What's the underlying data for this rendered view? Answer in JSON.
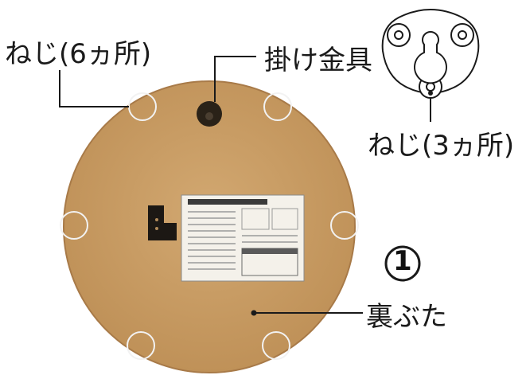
{
  "labels": {
    "screws_six": "ねじ(6ヵ所)",
    "hanger": "掛け金具",
    "screws_three": "ねじ(3ヵ所)",
    "part_number": "1",
    "back_cover": "裏ぶた"
  },
  "colors": {
    "back_cover": "#c79a64",
    "back_cover_edge": "#a87a48",
    "panel": "#ffffff",
    "line": "#222222",
    "screw_ring": "#eeeeee"
  },
  "icons": {
    "hanger_hole": "keyhole-icon",
    "screw": "circle-ring-icon"
  }
}
